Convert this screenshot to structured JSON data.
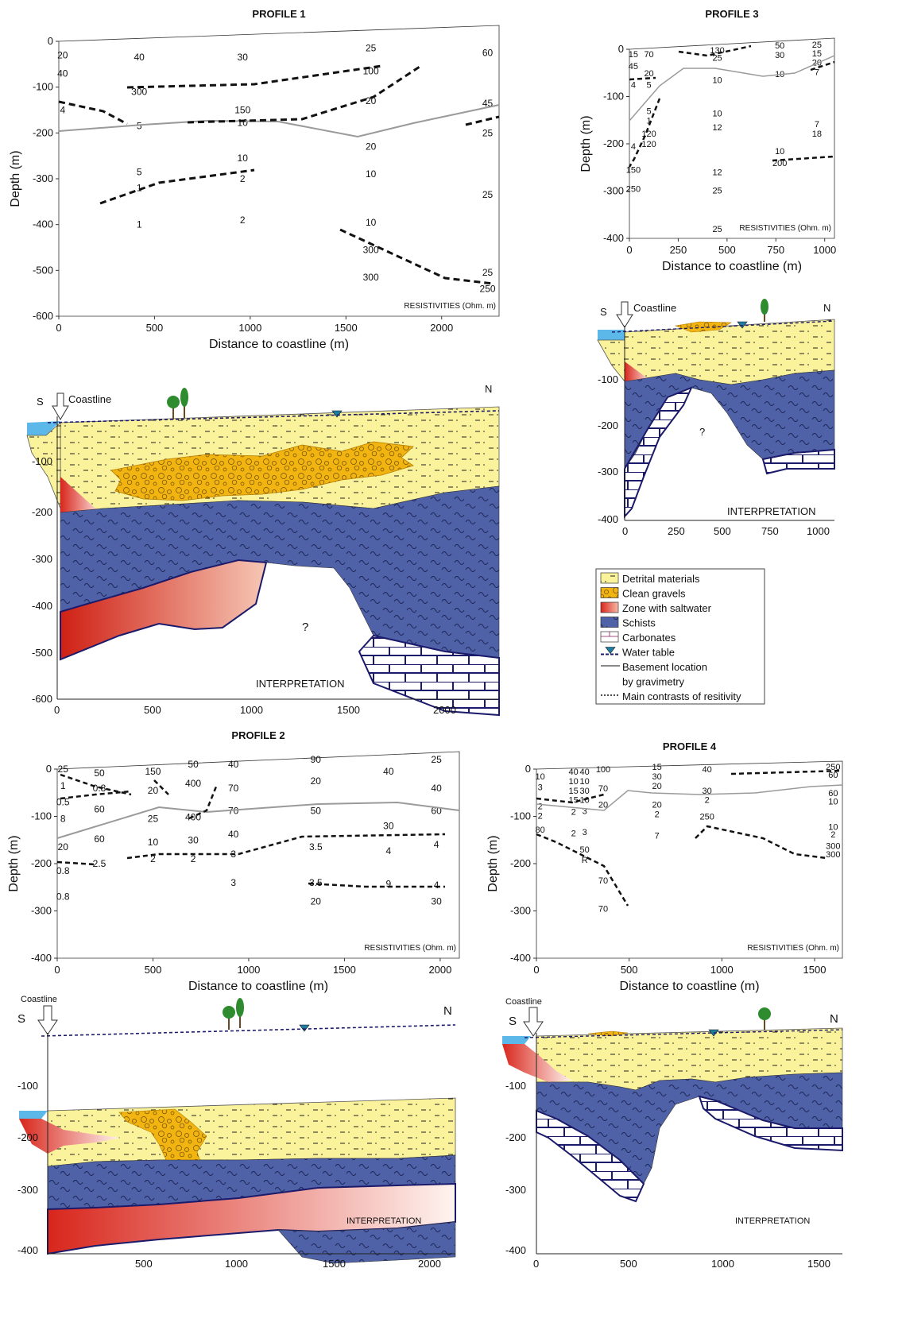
{
  "figure": {
    "axis": {
      "depth_label": "Depth (m)",
      "distance_label": "Distance to coastline (m)",
      "resistivities_label": "RESISTIVITIES (Ohm. m)",
      "interpretation_label": "INTERPRETATION",
      "coastline_label": "Coastline",
      "south": "S",
      "north": "N",
      "unknown": "?"
    },
    "legend": {
      "items": [
        {
          "label": "Detrital materials",
          "swatch": "detrital"
        },
        {
          "label": "Clean gravels",
          "swatch": "gravel"
        },
        {
          "label": "Zone with saltwater",
          "swatch": "saltwater"
        },
        {
          "label": "Schists",
          "swatch": "schist"
        },
        {
          "label": "Carbonates",
          "swatch": "carbonate"
        },
        {
          "label": "Water table",
          "swatch": "watertable"
        },
        {
          "label": "Basement location",
          "swatch": "basement"
        },
        {
          "label": "by gravimetry",
          "swatch": "none"
        },
        {
          "label": "Main contrasts of resitivity",
          "swatch": "contrast"
        }
      ]
    },
    "colors": {
      "detrital": "#fbf39b",
      "gravel": "#f2b411",
      "saltwater": "#d8261c",
      "schist": "#4f62a8",
      "carbonate_outline": "#1c1a6a",
      "sea": "#5bb8e8",
      "basement_line": "#9a9a9a"
    }
  },
  "chart_data": [
    {
      "id": "profile1",
      "type": "scatter",
      "title": "PROFILE 1",
      "xlabel": "Distance to coastline (m)",
      "ylabel": "Depth (m)",
      "xlim": [
        0,
        2300
      ],
      "ylim": [
        -600,
        0
      ],
      "xticks": [
        0,
        500,
        1000,
        1500,
        2000
      ],
      "yticks": [
        0,
        -100,
        -200,
        -300,
        -400,
        -500,
        -600
      ],
      "points": [
        {
          "x": 20,
          "y": -30,
          "v": "20"
        },
        {
          "x": 20,
          "y": -70,
          "v": "40"
        },
        {
          "x": 20,
          "y": -150,
          "v": "4"
        },
        {
          "x": 420,
          "y": -35,
          "v": "40"
        },
        {
          "x": 420,
          "y": -110,
          "v": "300"
        },
        {
          "x": 420,
          "y": -185,
          "v": "5"
        },
        {
          "x": 420,
          "y": -285,
          "v": "5"
        },
        {
          "x": 420,
          "y": -320,
          "v": "1"
        },
        {
          "x": 420,
          "y": -400,
          "v": "1"
        },
        {
          "x": 960,
          "y": -35,
          "v": "30"
        },
        {
          "x": 960,
          "y": -150,
          "v": "150"
        },
        {
          "x": 960,
          "y": -178,
          "v": "10"
        },
        {
          "x": 960,
          "y": -255,
          "v": "10"
        },
        {
          "x": 960,
          "y": -300,
          "v": "2"
        },
        {
          "x": 960,
          "y": -390,
          "v": "2"
        },
        {
          "x": 1630,
          "y": -15,
          "v": "25"
        },
        {
          "x": 1630,
          "y": -65,
          "v": "100"
        },
        {
          "x": 1630,
          "y": -130,
          "v": "20"
        },
        {
          "x": 1630,
          "y": -230,
          "v": "20"
        },
        {
          "x": 1630,
          "y": -290,
          "v": "10"
        },
        {
          "x": 1630,
          "y": -395,
          "v": "10"
        },
        {
          "x": 1630,
          "y": -455,
          "v": "300"
        },
        {
          "x": 1630,
          "y": -515,
          "v": "300"
        },
        {
          "x": 2240,
          "y": -25,
          "v": "60"
        },
        {
          "x": 2240,
          "y": -135,
          "v": "45"
        },
        {
          "x": 2240,
          "y": -200,
          "v": "25"
        },
        {
          "x": 2240,
          "y": -335,
          "v": "25"
        },
        {
          "x": 2240,
          "y": -505,
          "v": "25"
        },
        {
          "x": 2240,
          "y": -540,
          "v": "250"
        }
      ]
    },
    {
      "id": "profile3",
      "type": "scatter",
      "title": "PROFILE 3",
      "xlabel": "Distance to coastline (m)",
      "ylabel": "Depth (m)",
      "xlim": [
        0,
        1050
      ],
      "ylim": [
        -400,
        0
      ],
      "xticks": [
        0,
        250,
        500,
        750,
        1000
      ],
      "yticks": [
        0,
        -100,
        -200,
        -300,
        -400
      ],
      "points": [
        {
          "x": 20,
          "y": -10,
          "v": "15"
        },
        {
          "x": 100,
          "y": -10,
          "v": "70"
        },
        {
          "x": 20,
          "y": -35,
          "v": "45"
        },
        {
          "x": 100,
          "y": -50,
          "v": "20"
        },
        {
          "x": 20,
          "y": -75,
          "v": "4"
        },
        {
          "x": 100,
          "y": -75,
          "v": "5"
        },
        {
          "x": 100,
          "y": -130,
          "v": "5"
        },
        {
          "x": 100,
          "y": -150,
          "v": "1"
        },
        {
          "x": 100,
          "y": -178,
          "v": "120"
        },
        {
          "x": 100,
          "y": -200,
          "v": "120"
        },
        {
          "x": 20,
          "y": -205,
          "v": "4"
        },
        {
          "x": 20,
          "y": -255,
          "v": "150"
        },
        {
          "x": 20,
          "y": -295,
          "v": "250"
        },
        {
          "x": 450,
          "y": -2,
          "v": "130"
        },
        {
          "x": 450,
          "y": -18,
          "v": "25"
        },
        {
          "x": 450,
          "y": -65,
          "v": "10"
        },
        {
          "x": 450,
          "y": -135,
          "v": "10"
        },
        {
          "x": 450,
          "y": -165,
          "v": "12"
        },
        {
          "x": 450,
          "y": -260,
          "v": "12"
        },
        {
          "x": 450,
          "y": -298,
          "v": "25"
        },
        {
          "x": 450,
          "y": -380,
          "v": "25"
        },
        {
          "x": 770,
          "y": 8,
          "v": "50"
        },
        {
          "x": 770,
          "y": -12,
          "v": "30"
        },
        {
          "x": 770,
          "y": -52,
          "v": "10"
        },
        {
          "x": 770,
          "y": -215,
          "v": "10"
        },
        {
          "x": 770,
          "y": -240,
          "v": "200"
        },
        {
          "x": 960,
          "y": 10,
          "v": "25"
        },
        {
          "x": 960,
          "y": -8,
          "v": "15"
        },
        {
          "x": 960,
          "y": -28,
          "v": "20"
        },
        {
          "x": 960,
          "y": -48,
          "v": "7"
        },
        {
          "x": 960,
          "y": -158,
          "v": "7"
        },
        {
          "x": 960,
          "y": -178,
          "v": "18"
        }
      ]
    },
    {
      "id": "profile2",
      "type": "scatter",
      "title": "PROFILE 2",
      "xlabel": "Distance to coastline (m)",
      "ylabel": "Depth (m)",
      "xlim": [
        0,
        2100
      ],
      "ylim": [
        -400,
        0
      ],
      "xticks": [
        0,
        500,
        1000,
        1500,
        2000
      ],
      "yticks": [
        0,
        -100,
        -200,
        -300,
        -400
      ],
      "points": [
        {
          "x": 30,
          "y": 0,
          "v": "25"
        },
        {
          "x": 30,
          "y": -35,
          "v": "1"
        },
        {
          "x": 30,
          "y": -70,
          "v": "0.5"
        },
        {
          "x": 30,
          "y": -105,
          "v": "8"
        },
        {
          "x": 30,
          "y": -165,
          "v": "20"
        },
        {
          "x": 30,
          "y": -215,
          "v": "0.8"
        },
        {
          "x": 30,
          "y": -270,
          "v": "0.8"
        },
        {
          "x": 220,
          "y": -8,
          "v": "50"
        },
        {
          "x": 220,
          "y": -40,
          "v": "0.8"
        },
        {
          "x": 220,
          "y": -85,
          "v": "60"
        },
        {
          "x": 220,
          "y": -148,
          "v": "60"
        },
        {
          "x": 220,
          "y": -200,
          "v": "2.5"
        },
        {
          "x": 500,
          "y": -5,
          "v": "150"
        },
        {
          "x": 500,
          "y": -45,
          "v": "20"
        },
        {
          "x": 500,
          "y": -105,
          "v": "25"
        },
        {
          "x": 500,
          "y": -155,
          "v": "10"
        },
        {
          "x": 500,
          "y": -190,
          "v": "2"
        },
        {
          "x": 710,
          "y": 10,
          "v": "50"
        },
        {
          "x": 710,
          "y": -30,
          "v": "400"
        },
        {
          "x": 710,
          "y": -102,
          "v": "400"
        },
        {
          "x": 710,
          "y": -150,
          "v": "30"
        },
        {
          "x": 710,
          "y": -190,
          "v": "2"
        },
        {
          "x": 920,
          "y": 10,
          "v": "40"
        },
        {
          "x": 920,
          "y": -40,
          "v": "70"
        },
        {
          "x": 920,
          "y": -88,
          "v": "70"
        },
        {
          "x": 920,
          "y": -138,
          "v": "40"
        },
        {
          "x": 920,
          "y": -180,
          "v": "3"
        },
        {
          "x": 920,
          "y": -240,
          "v": "3"
        },
        {
          "x": 1350,
          "y": 20,
          "v": "90"
        },
        {
          "x": 1350,
          "y": -25,
          "v": "20"
        },
        {
          "x": 1350,
          "y": -88,
          "v": "50"
        },
        {
          "x": 1350,
          "y": -165,
          "v": "3.5"
        },
        {
          "x": 1350,
          "y": -240,
          "v": "3.5"
        },
        {
          "x": 1350,
          "y": -280,
          "v": "20"
        },
        {
          "x": 1730,
          "y": -5,
          "v": "40"
        },
        {
          "x": 1730,
          "y": -120,
          "v": "30"
        },
        {
          "x": 1730,
          "y": -173,
          "v": "4"
        },
        {
          "x": 1730,
          "y": -243,
          "v": "9"
        },
        {
          "x": 1980,
          "y": 20,
          "v": "25"
        },
        {
          "x": 1980,
          "y": -40,
          "v": "40"
        },
        {
          "x": 1980,
          "y": -88,
          "v": "60"
        },
        {
          "x": 1980,
          "y": -160,
          "v": "4"
        },
        {
          "x": 1980,
          "y": -245,
          "v": "4"
        },
        {
          "x": 1980,
          "y": -280,
          "v": "30"
        }
      ]
    },
    {
      "id": "profile4",
      "type": "scatter",
      "title": "PROFILE 4",
      "xlabel": "Distance to coastline (m)",
      "ylabel": "Depth (m)",
      "xlim": [
        0,
        1650
      ],
      "ylim": [
        -400,
        0
      ],
      "xticks": [
        0,
        500,
        1000,
        1500
      ],
      "yticks": [
        0,
        -100,
        -200,
        -300,
        -400
      ],
      "points": [
        {
          "x": 20,
          "y": -15,
          "v": "10"
        },
        {
          "x": 20,
          "y": -38,
          "v": "3"
        },
        {
          "x": 20,
          "y": -78,
          "v": "2"
        },
        {
          "x": 20,
          "y": -98,
          "v": "2"
        },
        {
          "x": 20,
          "y": -128,
          "v": "80"
        },
        {
          "x": 200,
          "y": -5,
          "v": "40"
        },
        {
          "x": 200,
          "y": -25,
          "v": "10"
        },
        {
          "x": 200,
          "y": -45,
          "v": "15"
        },
        {
          "x": 200,
          "y": -65,
          "v": "15"
        },
        {
          "x": 200,
          "y": -90,
          "v": "2"
        },
        {
          "x": 200,
          "y": -135,
          "v": "2"
        },
        {
          "x": 260,
          "y": -5,
          "v": "40"
        },
        {
          "x": 260,
          "y": -25,
          "v": "10"
        },
        {
          "x": 260,
          "y": -45,
          "v": "30"
        },
        {
          "x": 260,
          "y": -65,
          "v": "10"
        },
        {
          "x": 260,
          "y": -88,
          "v": "3"
        },
        {
          "x": 260,
          "y": -133,
          "v": "3"
        },
        {
          "x": 260,
          "y": -170,
          "v": "50"
        },
        {
          "x": 260,
          "y": -192,
          "v": "R"
        },
        {
          "x": 360,
          "y": 0,
          "v": "100"
        },
        {
          "x": 360,
          "y": -40,
          "v": "70"
        },
        {
          "x": 360,
          "y": -75,
          "v": "20"
        },
        {
          "x": 360,
          "y": -235,
          "v": "70"
        },
        {
          "x": 360,
          "y": -295,
          "v": "70"
        },
        {
          "x": 650,
          "y": 5,
          "v": "15"
        },
        {
          "x": 650,
          "y": -15,
          "v": "30"
        },
        {
          "x": 650,
          "y": -35,
          "v": "20"
        },
        {
          "x": 650,
          "y": -75,
          "v": "20"
        },
        {
          "x": 650,
          "y": -95,
          "v": "2"
        },
        {
          "x": 650,
          "y": -140,
          "v": "7"
        },
        {
          "x": 920,
          "y": 0,
          "v": "40"
        },
        {
          "x": 920,
          "y": -45,
          "v": "30"
        },
        {
          "x": 920,
          "y": -65,
          "v": "2"
        },
        {
          "x": 920,
          "y": -100,
          "v": "250"
        },
        {
          "x": 1600,
          "y": 5,
          "v": "250"
        },
        {
          "x": 1600,
          "y": -12,
          "v": "60"
        },
        {
          "x": 1600,
          "y": -50,
          "v": "60"
        },
        {
          "x": 1600,
          "y": -68,
          "v": "10"
        },
        {
          "x": 1600,
          "y": -122,
          "v": "10"
        },
        {
          "x": 1600,
          "y": -138,
          "v": "2"
        },
        {
          "x": 1600,
          "y": -162,
          "v": "300"
        },
        {
          "x": 1600,
          "y": -180,
          "v": "300"
        }
      ]
    }
  ]
}
